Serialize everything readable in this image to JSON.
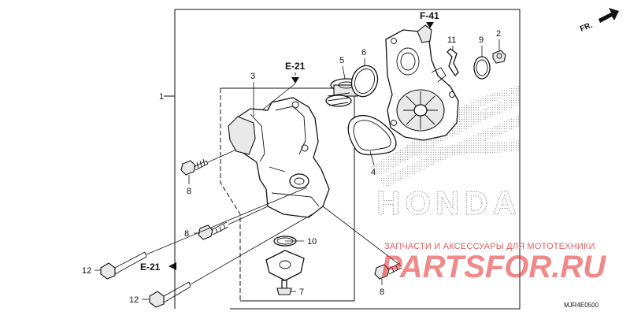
{
  "callouts": {
    "c1": "1",
    "c2": "2",
    "c3": "3",
    "c4": "4",
    "c5": "5",
    "c6": "6",
    "c7": "7",
    "c8a": "8",
    "c8b": "8",
    "c8c": "8",
    "c9": "9",
    "c10": "10",
    "c11": "11",
    "c12a": "12",
    "c12b": "12"
  },
  "references": {
    "e21_top": "E-21",
    "e21_bottom": "E-21",
    "f41": "F-41"
  },
  "direction": {
    "label": "FR."
  },
  "diagram_code": "MJR4E0500",
  "brand_mark": "HONDA",
  "watermark": {
    "caption": "ЗАПЧАСТИ И АКСЕССУАРЫ ДЛЯ МОТОТЕХНИКИ",
    "logo": "PARTSFOR.RU"
  },
  "colors": {
    "line": "#111111",
    "watermark_red": "#e52a2a",
    "brand_gray": "#9a9a9a"
  }
}
